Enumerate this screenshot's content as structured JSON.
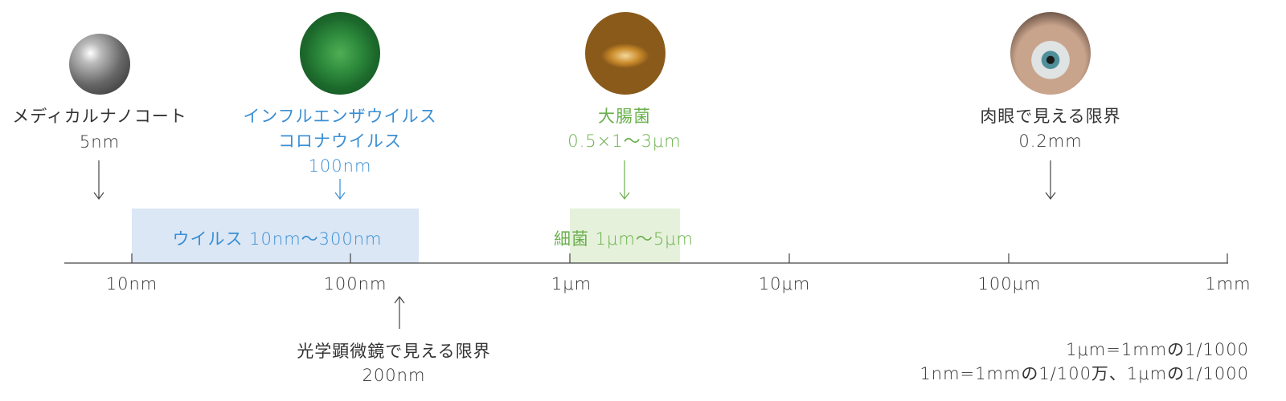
{
  "items": [
    {
      "name": "メディカルナノコート",
      "size": "5nm",
      "icon": "metal-sphere"
    },
    {
      "name1": "インフルエンザウイルス",
      "name2": "コロナウイルス",
      "size": "100nm",
      "icon": "virus"
    },
    {
      "name": "大腸菌",
      "size": "0.5×1〜3μm",
      "icon": "e-coli-bacterium"
    },
    {
      "name": "肉眼で見える限界",
      "size": "0.2mm",
      "icon": "eye"
    }
  ],
  "ranges": {
    "virus": "ウイルス 10nm〜300nm",
    "bacteria": "細菌 1μm〜5μm"
  },
  "axis": {
    "ticks": [
      "10nm",
      "100nm",
      "1μm",
      "10μm",
      "100μm",
      "1mm"
    ]
  },
  "microscope": {
    "label": "光学顕微鏡で見える限界",
    "size": "200nm"
  },
  "notes": [
    "1μm=1mmの1/1000",
    "1nm=1mmの1/100万、1μmの1/1000"
  ],
  "colors": {
    "blue": "#3a8fd4",
    "green": "#6ab04c",
    "blue_band": "#dce7f5",
    "green_band": "#e6f1dc"
  }
}
